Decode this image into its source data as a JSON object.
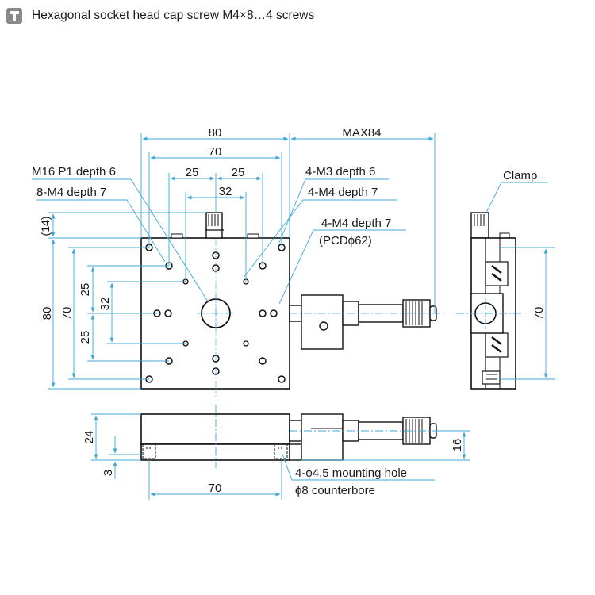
{
  "header": {
    "icon": "screw-icon",
    "text": "Hexagonal socket head cap screw M4×8…4 screws"
  },
  "colors": {
    "dimension": "#3fa9d8",
    "outline": "#111111",
    "body_fill": "#ffffff",
    "dark": "#2a2a2a"
  },
  "top_view": {
    "dims": {
      "width": "80",
      "width_holes": "70",
      "m4_span_left": "25",
      "m4_span_right": "25",
      "m3_span": "32",
      "max_travel": "MAX84",
      "height_left": "80",
      "height_holes": "70",
      "v_25_top": "25",
      "v_32": "32",
      "v_25_bottom": "25",
      "clamp_offset": "(14)"
    },
    "callouts": {
      "center_thread": "M16 P1 depth 6",
      "m4_8": "8-M4 depth 7",
      "m3_4": "4-M3 depth 6",
      "m4_4": "4-M4 depth 7",
      "m4_pcd": "4-M4 depth 7",
      "pcd": "(PCDϕ62)"
    }
  },
  "side_view": {
    "dims": {
      "height": "70"
    },
    "callouts": {
      "clamp": "Clamp"
    }
  },
  "front_view": {
    "dims": {
      "height": "24",
      "thickness": "3",
      "holes_span": "70",
      "micrometer_height": "16"
    },
    "callouts": {
      "mounting_hole": "4-ϕ4.5 mounting hole",
      "counterbore": "ϕ8 counterbore"
    }
  }
}
